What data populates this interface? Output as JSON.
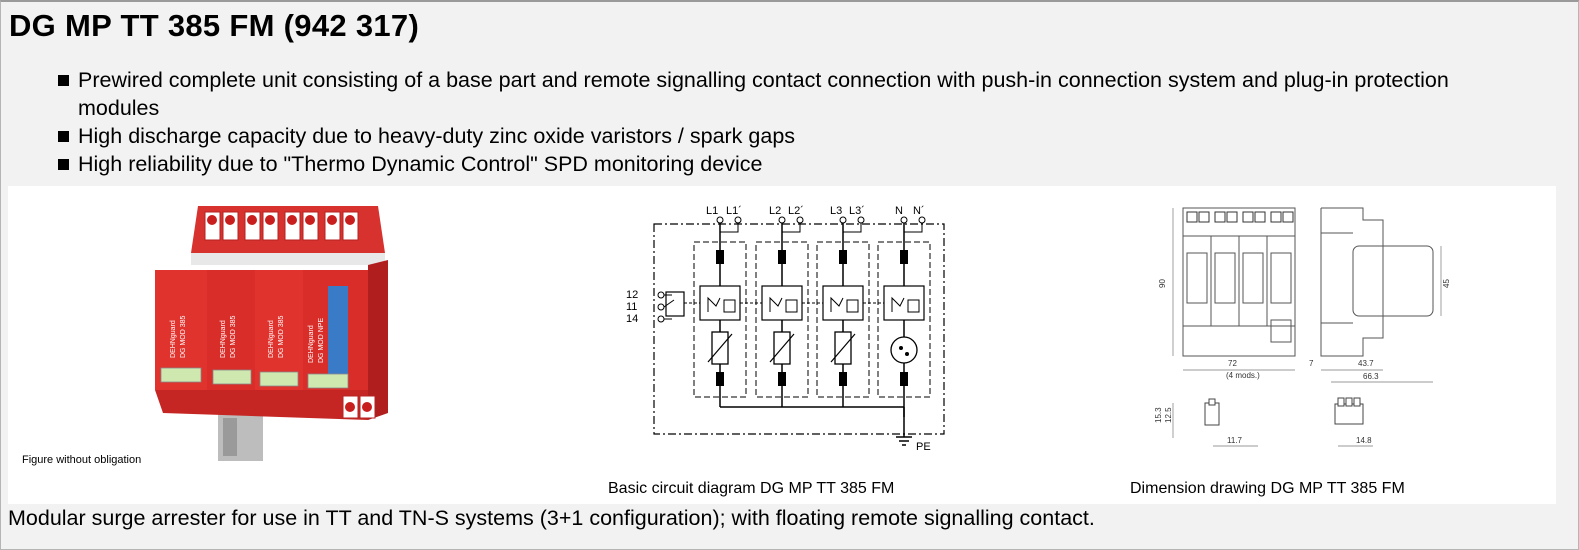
{
  "title": "DG MP TT 385 FM (942 317)",
  "bullets": [
    "Prewired complete unit consisting of a base part and remote signalling contact connection with push-in connection system and plug-in protection modules",
    "High discharge capacity due to heavy-duty zinc oxide varistors / spark gaps",
    "High reliability due to \"Thermo Dynamic Control\" SPD monitoring device"
  ],
  "figures": {
    "photo_caption": "Figure without obligation",
    "circuit_caption": "Basic circuit diagram DG MP TT 385 FM",
    "dimension_caption": "Dimension drawing DG MP TT 385 FM"
  },
  "circuit_labels": {
    "terminals": [
      "L1",
      "L1´",
      "L2",
      "L2´",
      "L3",
      "L3´",
      "N",
      "N´"
    ],
    "contacts": [
      "12",
      "11",
      "14"
    ],
    "earth": "PE"
  },
  "product_labels": {
    "module_brand": "DEHNguard",
    "module_names": [
      "DG MOD 385",
      "DG MOD 385",
      "DG MOD 385",
      "DG MOD NPE"
    ]
  },
  "dimensions": {
    "height": "90",
    "side_height": "45",
    "width": "72",
    "width_note": "(4 mods.)",
    "gap": "7",
    "depth_front": "43.7",
    "depth_total": "66.3",
    "connector_h1": "15.3",
    "connector_h2": "12.5",
    "connector_w1": "11.7",
    "connector_w2": "14.8"
  },
  "footer": "Modular surge arrester for use in TT and TN-S systems (3+1 configuration); with floating remote signalling contact."
}
